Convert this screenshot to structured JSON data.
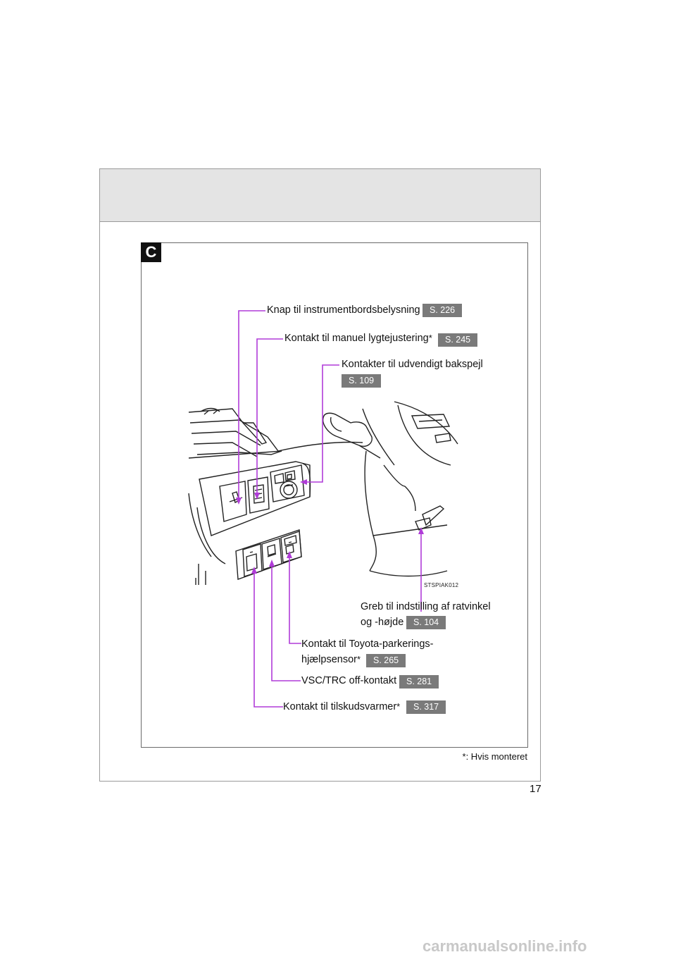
{
  "section": {
    "letter": "C"
  },
  "labels": {
    "dash_light": {
      "text": "Knap til instrumentbordsbelysning",
      "page": "S. 226"
    },
    "headlight": {
      "text": "Kontakt til manuel lygtejustering",
      "star": "*",
      "page": "S. 245"
    },
    "mirror": {
      "text": "Kontakter til udvendigt bakspejl",
      "page": "S. 109"
    },
    "steering": {
      "line1": "Greb til indstilling af ratvinkel",
      "line2": "og -højde",
      "page": "S. 104"
    },
    "parking": {
      "line1": "Kontakt til Toyota-parkerings-",
      "line2": "hjælpsensor",
      "star": "*",
      "page": "S. 265"
    },
    "vsc": {
      "text": "VSC/TRC off-kontakt",
      "page": "S. 281"
    },
    "seat_heater": {
      "text": "Kontakt til tilskudsvarmer",
      "star": "*",
      "page": "S. 317"
    }
  },
  "image_code": "STSPIAK012",
  "footnote": {
    "star": "*",
    "text": ": Hvis monteret"
  },
  "page_number": "17",
  "watermark": "carmanualsonline.info",
  "colors": {
    "leader_line": "#b03cd8",
    "badge": "#7a7a7a",
    "header": "#e4e4e4"
  }
}
